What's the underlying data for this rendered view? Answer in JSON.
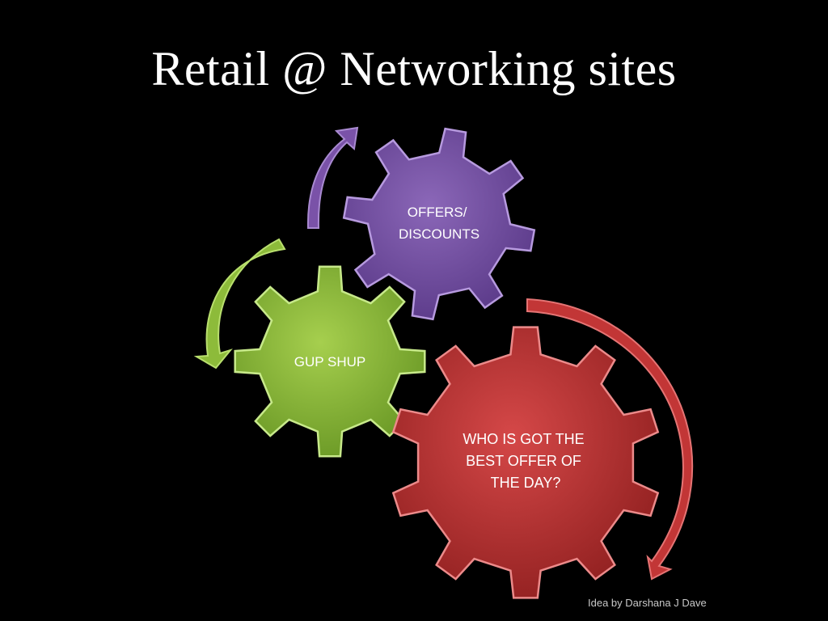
{
  "slide": {
    "title": "Retail @ Networking sites",
    "credit": "Idea by Darshana J Dave"
  },
  "gears": [
    {
      "id": "offers",
      "lines": [
        "OFFERS/",
        "DISCOUNTS"
      ],
      "color": "#7a52a8"
    },
    {
      "id": "gupshup",
      "lines": [
        "GUP SHUP"
      ],
      "color": "#8dbb3a"
    },
    {
      "id": "bestoffer",
      "lines": [
        "WHO IS GOT THE",
        "BEST OFFER OF",
        "THE DAY?"
      ],
      "color": "#c23636"
    }
  ],
  "arrows": [
    {
      "id": "purple-arrow",
      "color": "#7a52a8"
    },
    {
      "id": "green-arrow",
      "color": "#8dbb3a"
    },
    {
      "id": "red-arrow",
      "color": "#c23636"
    }
  ]
}
